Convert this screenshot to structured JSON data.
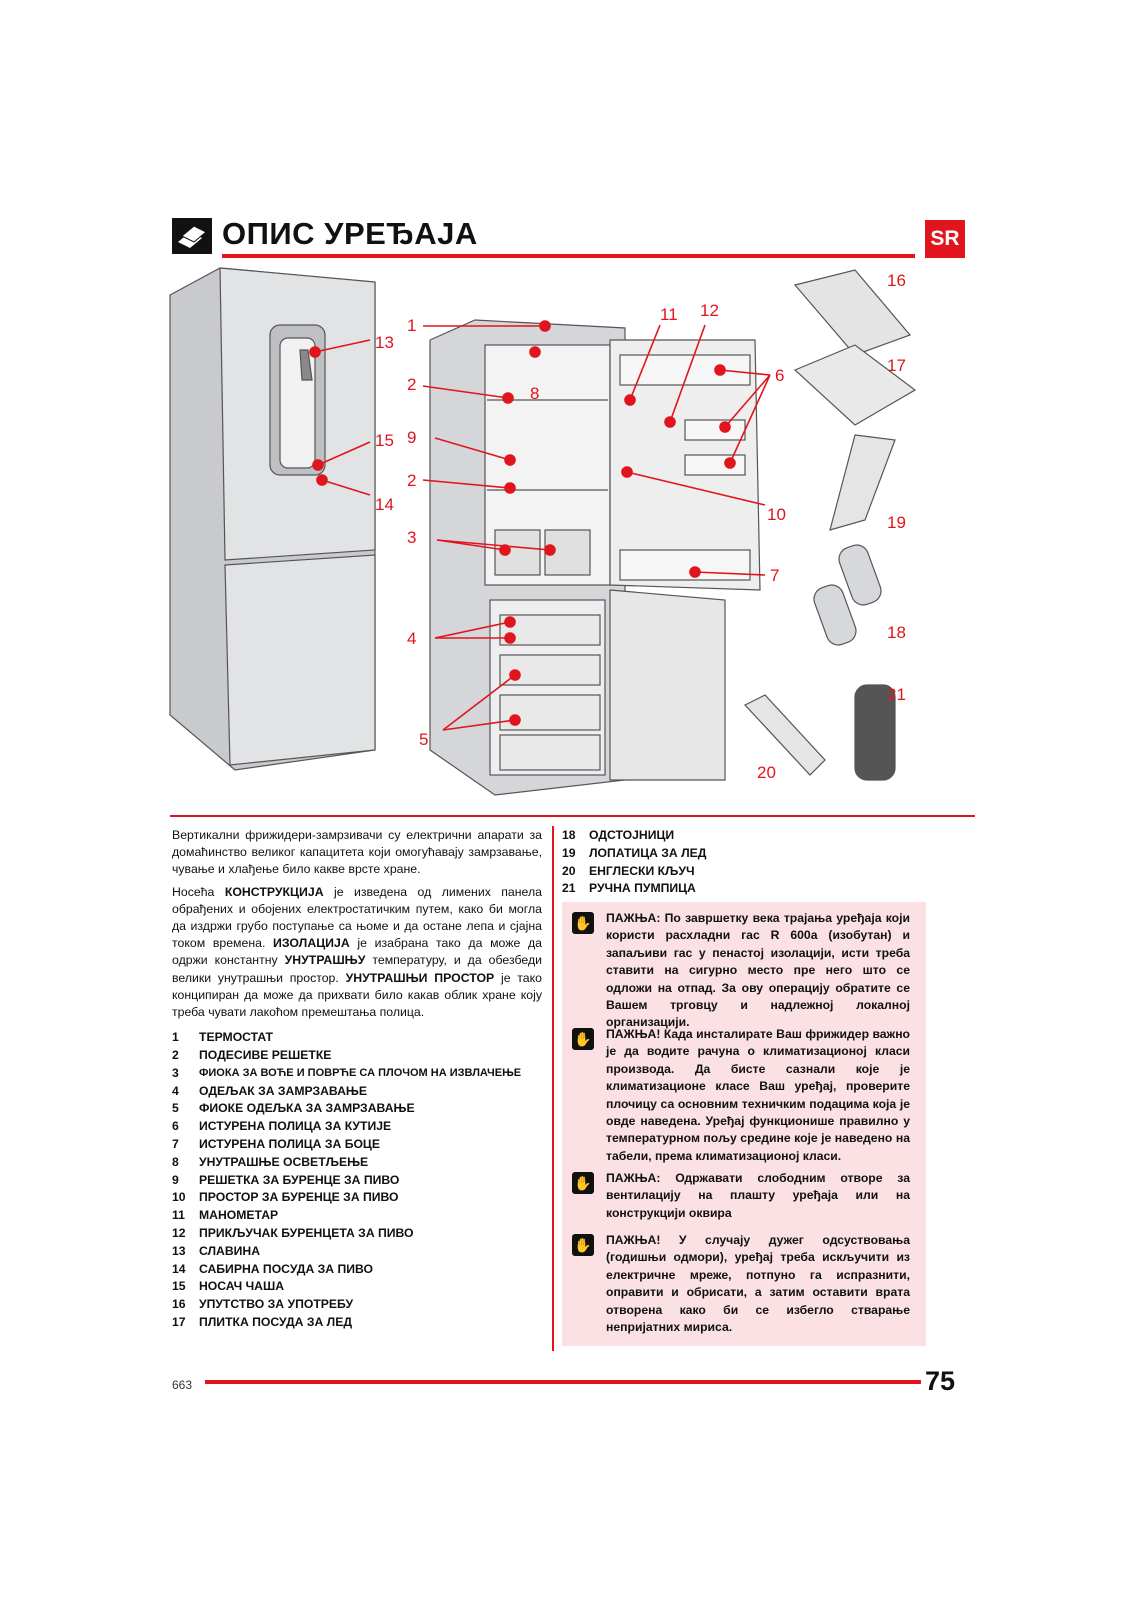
{
  "header": {
    "title": "ОПИС УРЕЂАЈА",
    "lang_badge": "SR"
  },
  "illustration": {
    "callouts": [
      "1",
      "2",
      "3",
      "4",
      "5",
      "6",
      "7",
      "8",
      "9",
      "10",
      "11",
      "12",
      "13",
      "14",
      "15",
      "16",
      "17",
      "18",
      "19",
      "20",
      "21",
      "2"
    ]
  },
  "intro": {
    "p1": "Вертикални фрижидери-замрзивачи су електрични апарати за домаћинство великог капацитета који омогућавају замрзавање, чување и хлађење било какве врсте хране.",
    "p2_a": "Носећа ",
    "p2_b": "КОНСТРУКЦИЈА",
    "p2_c": " је изведена од лимених панела обрађених и обојених електростатичким путем, како би могла да издржи грубо поступање са њоме и да остане лепа и сјајна током времена. ",
    "p2_d": "ИЗОЛАЦИЈА",
    "p2_e": " је изабрана тако да може да одржи константну ",
    "p2_f": "УНУТРАШЊУ",
    "p2_g": " температуру, и да обезбеди велики унутрашњи простор. ",
    "p2_h": "УНУТРАШЊИ ПРОСТОР",
    "p2_i": " је тако конципиран да може да прихвати било какав облик хране коју треба чувати лакоћом премештања полица."
  },
  "legend_left": [
    {
      "n": "1",
      "t": "ТЕРМОСТАТ"
    },
    {
      "n": "2",
      "t": "ПОДЕСИВЕ РЕШЕТКЕ"
    },
    {
      "n": "3",
      "t": "ФИОКА ЗА ВОЋЕ И ПОВРЋЕ СА ПЛОЧОМ НА ИЗВЛАЧЕЊЕ"
    },
    {
      "n": "4",
      "t": "ОДЕЉАК ЗА ЗАМРЗАВАЊЕ"
    },
    {
      "n": "5",
      "t": "ФИОКЕ ОДЕЉКА ЗА ЗАМРЗАВАЊЕ"
    },
    {
      "n": "6",
      "t": "ИСТУРЕНА ПОЛИЦА ЗА КУТИЈЕ"
    },
    {
      "n": "7",
      "t": "ИСТУРЕНА ПОЛИЦА ЗА БОЦЕ"
    },
    {
      "n": "8",
      "t": "УНУТРАШЊЕ ОСВЕТЉЕЊЕ"
    },
    {
      "n": "9",
      "t": "РЕШЕТКА ЗА БУРЕНЦЕ ЗА ПИВО"
    },
    {
      "n": "10",
      "t": "ПРОСТОР ЗА БУРЕНЦЕ ЗА ПИВО"
    },
    {
      "n": "11",
      "t": "МАНОМЕТАР"
    },
    {
      "n": "12",
      "t": "ПРИКЉУЧАК БУРЕНЦЕТА ЗА ПИВО"
    },
    {
      "n": "13",
      "t": "СЛАВИНА"
    },
    {
      "n": "14",
      "t": "САБИРНА ПОСУДА ЗА ПИВО"
    },
    {
      "n": "15",
      "t": "НОСАЧ ЧАША"
    },
    {
      "n": "16",
      "t": "УПУТСТВО ЗА УПОТРЕБУ"
    },
    {
      "n": "17",
      "t": "ПЛИТКА ПОСУДА ЗА ЛЕД"
    }
  ],
  "legend_right": [
    {
      "n": "18",
      "t": "ОДСТОЈНИЦИ"
    },
    {
      "n": "19",
      "t": "ЛОПАТИЦА ЗА ЛЕД"
    },
    {
      "n": "20",
      "t": "ЕНГЛЕСКИ КЉУЧ"
    },
    {
      "n": "21",
      "t": "РУЧНА ПУМПИЦА"
    }
  ],
  "warnings": [
    "ПАЖЊА: По завршетку века трајања уређаја који користи расхладни гас R 600a (изобутан) и запаљиви гас у пенастој изолацији, исти треба ставити на сигурно место пре него што се одложи на отпад. За ову операцију обратите се Вашем трговцу и надлежној локалној организацији.",
    "ПАЖЊА! Када инсталирате Ваш фрижидер важно је да водите рачуна о климатизационој класи производа. Да бисте сазнали које је климатизационе класе Ваш уређај, проверите плочицу са основним техничким подацима која је овде наведена. Уређај функционише правилно у температурном пољу средине које је наведено на табели, према климатизационој класи.",
    "ПАЖЊА: Одржавати слободним отворе за вентилацију на плашту уређаја или на конструкцији оквира",
    "ПАЖЊА! У случају дужег одсуствовања (годишњи одмори), уређај треба искључити из електричне мреже, потпуно га испразнити, оправити и обрисати, а затим оставити врата отворена како би се избегло стварање непријатних мириса."
  ],
  "footer": {
    "doc_code": "663",
    "page_number": "75"
  },
  "colors": {
    "accent": "#e0151e",
    "warning_bg": "#fbe1e4"
  }
}
